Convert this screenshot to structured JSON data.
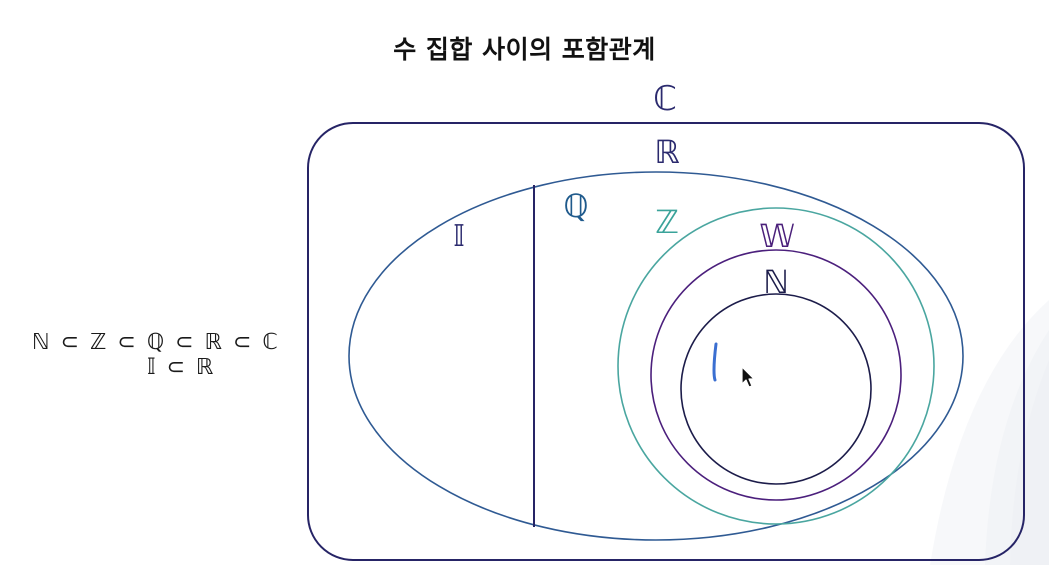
{
  "title": "수 집합 사이의 포함관계",
  "relations": {
    "chain": "ℕ ⊂ ℤ ⊂ ℚ ⊂ ℝ ⊂ ℂ",
    "irrational": "𝕀 ⊂ ℝ"
  },
  "sets": {
    "complex": {
      "symbol": "ℂ",
      "color": "#2b2a6e"
    },
    "real": {
      "symbol": "ℝ",
      "color": "#2b2a6e"
    },
    "rational": {
      "symbol": "ℚ",
      "color": "#1f5a8c"
    },
    "irrational": {
      "symbol": "𝕀",
      "color": "#2b2a6e"
    },
    "integer": {
      "symbol": "ℤ",
      "color": "#3aa39a"
    },
    "whole": {
      "symbol": "𝕎",
      "color": "#4a1f7a"
    },
    "natural": {
      "symbol": "ℕ",
      "color": "#1c1c4a"
    }
  },
  "annotation": {
    "mark": "1",
    "color": "#3b6fd1"
  },
  "colors": {
    "outer_box": "#262466",
    "real_ellipse": "#2f5a93",
    "divider": "#262466",
    "integer_circle": "#4aa6a0",
    "whole_circle": "#4b1f7c",
    "natural_circle": "#1c1c4a"
  }
}
